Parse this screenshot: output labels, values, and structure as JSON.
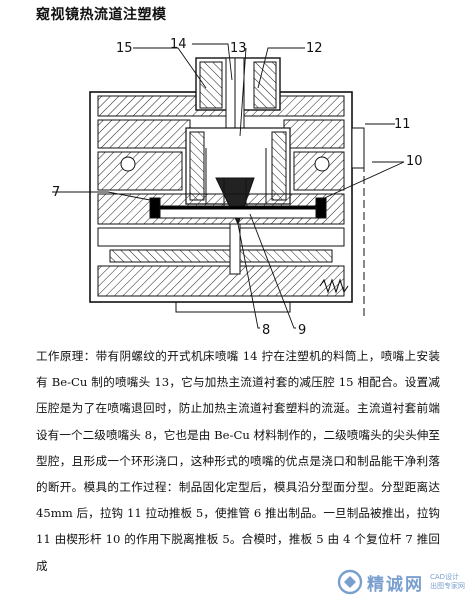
{
  "document": {
    "title": "窥视镜热流道注塑模",
    "paragraph": "工作原理：带有阴螺纹的开式机床喷嘴 14 拧在注塑机的料筒上，喷嘴上安装有 Be-Cu 制的喷嘴头 13，它与加热主流道衬套的减压腔 15 相配合。设置减压腔是为了在喷嘴退回时，防止加热主流道衬套塑料的流涎。主流道衬套前端设有一个二级喷嘴头 8，它也是由 Be-Cu 材料制作的，二级喷嘴头的尖头伸至型腔，且形成一个环形浇口，这种形式的喷嘴的优点是浇口和制品能干净利落的断开。模具的工作过程：制品固化定型后，模具沿分型面分型。分型距离达 45mm 后，拉钩 11 拉动推板 5，使推管 6 推出制品。一旦制品被推出，拉钩 11 由楔形杆 10 的作用下脱离推板 5。合模时，推板 5 由 4 个复位杆 7 推回成"
  },
  "figure": {
    "labels": [
      {
        "id": "15",
        "text": "15"
      },
      {
        "id": "14",
        "text": "14"
      },
      {
        "id": "13",
        "text": "13"
      },
      {
        "id": "12",
        "text": "12"
      },
      {
        "id": "11",
        "text": "11"
      },
      {
        "id": "10",
        "text": "10"
      },
      {
        "id": "7",
        "text": "7"
      },
      {
        "id": "8",
        "text": "8"
      },
      {
        "id": "9",
        "text": "9"
      }
    ]
  },
  "watermark": {
    "text": "精诚网",
    "sub_line1": "CAD设计",
    "sub_line2": "出图专家网",
    "color": "#4d7fbf"
  }
}
